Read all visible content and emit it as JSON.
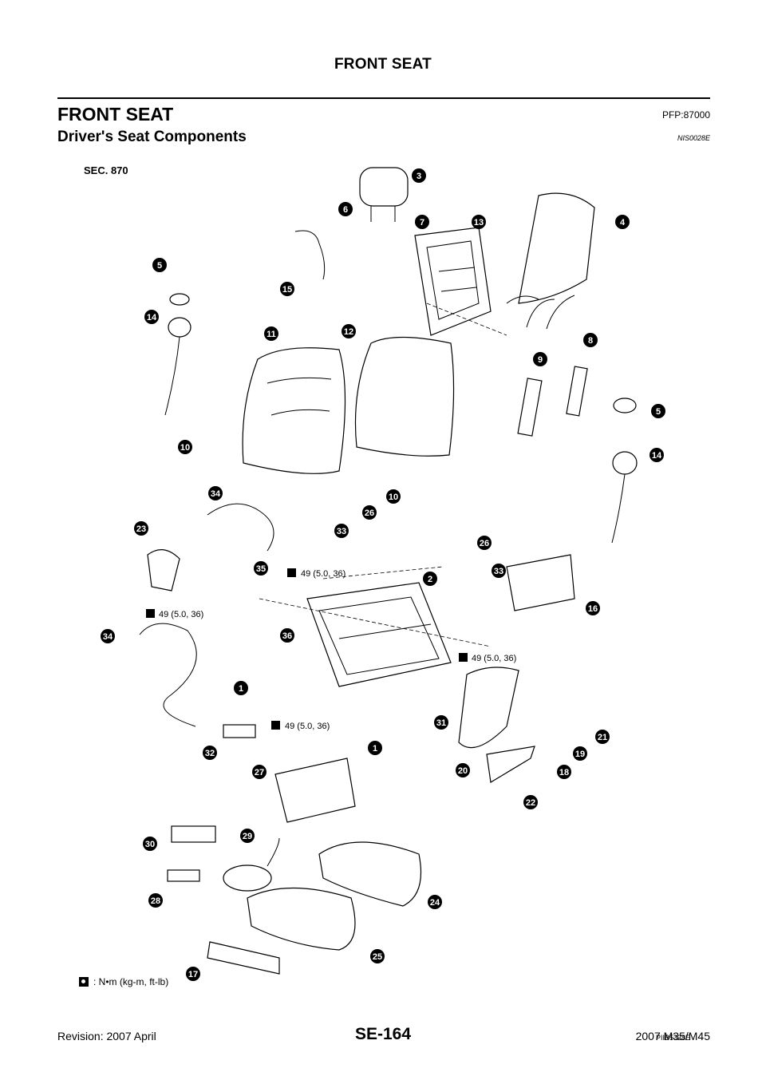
{
  "header": {
    "title": "FRONT SEAT"
  },
  "section": {
    "title": "FRONT SEAT",
    "code": "PFP:87000"
  },
  "subsection": {
    "title": "Driver's Seat Components",
    "code": "NIS0028E"
  },
  "figure": {
    "sec_label": "SEC. 870",
    "torque_labels": [
      "49 (5.0, 36)",
      "49 (5.0, 36)",
      "49 (5.0, 36)",
      "49 (5.0, 36)"
    ],
    "callouts": [
      "1",
      "1",
      "2",
      "3",
      "4",
      "5",
      "5",
      "6",
      "7",
      "8",
      "9",
      "10",
      "10",
      "11",
      "12",
      "13",
      "14",
      "14",
      "15",
      "16",
      "17",
      "18",
      "19",
      "20",
      "21",
      "22",
      "23",
      "24",
      "25",
      "26",
      "26",
      "27",
      "28",
      "29",
      "30",
      "31",
      "32",
      "33",
      "33",
      "34",
      "34",
      "35",
      "36"
    ],
    "legend": ": N•m (kg-m, ft-lb)",
    "figure_code": "PIIB5328E"
  },
  "footer": {
    "left": "Revision: 2007 April",
    "center": "SE-164",
    "right": "2007 M35/M45"
  }
}
